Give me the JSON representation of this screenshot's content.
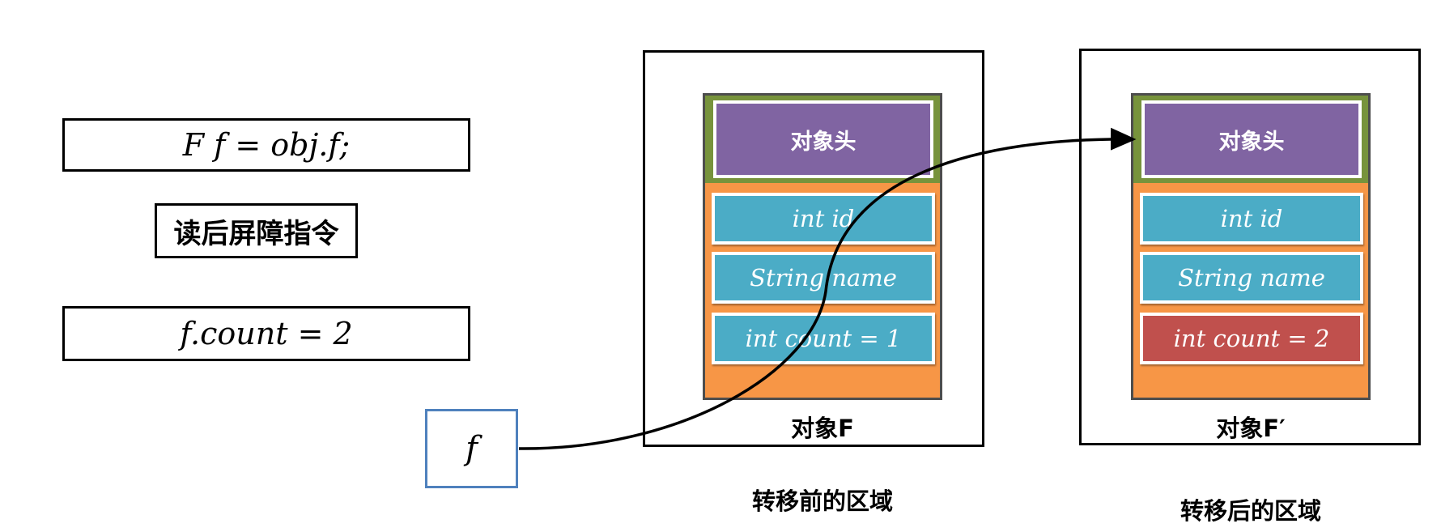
{
  "left_panel": {
    "assign_code": "F f  = obj.f;",
    "barrier_label": "读后屏障指令",
    "write_code": "f.count = 2"
  },
  "reference": {
    "label": "f"
  },
  "before": {
    "region_caption": "转移前的区域",
    "object_caption": "对象F",
    "header": "对象头",
    "fields": [
      "int id",
      "String name",
      "int count = 1"
    ]
  },
  "after": {
    "region_caption": "转移后的区域",
    "object_caption": "对象F′",
    "header": "对象头",
    "fields": [
      "int id",
      "String name",
      "int count = 2"
    ]
  },
  "colors": {
    "header_fill": "#8064a2",
    "header_strip": "#77933c",
    "object_fill": "#f79646",
    "field_fill": "#4bacc6",
    "changed_field_fill": "#c0504d",
    "reference_border": "#4f81bd"
  }
}
